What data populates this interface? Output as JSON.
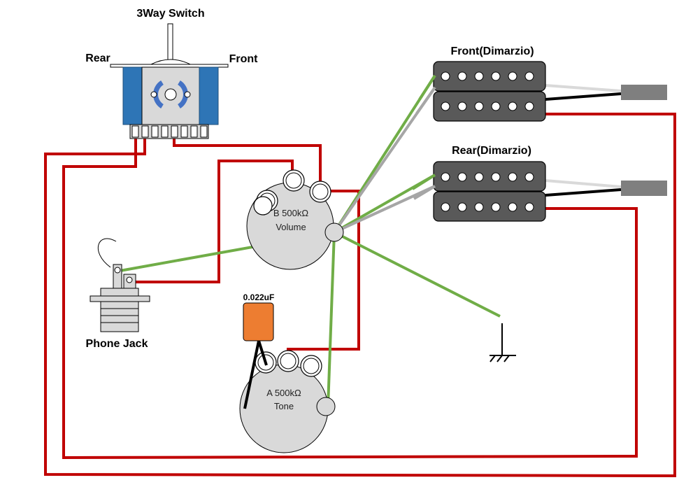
{
  "switch": {
    "title": "3Way Switch",
    "left_label": "Rear",
    "right_label": "Front"
  },
  "pickups": {
    "front": {
      "label": "Front(Dimarzio)"
    },
    "rear": {
      "label": "Rear(Dimarzio)"
    }
  },
  "volume_pot": {
    "line1": "B 500kΩ",
    "line2": "Volume"
  },
  "tone_pot": {
    "line1": "A 500kΩ",
    "line2": "Tone"
  },
  "capacitor": {
    "label": "0.022uF"
  },
  "jack": {
    "label": "Phone Jack"
  },
  "colors": {
    "hot_wire": "#c00000",
    "ground_wire": "#70ad47",
    "pickup_body": "#595959",
    "capacitor": "#ed7d31",
    "switch_side": "#2e75b6",
    "pot": "#d9d9d9"
  }
}
